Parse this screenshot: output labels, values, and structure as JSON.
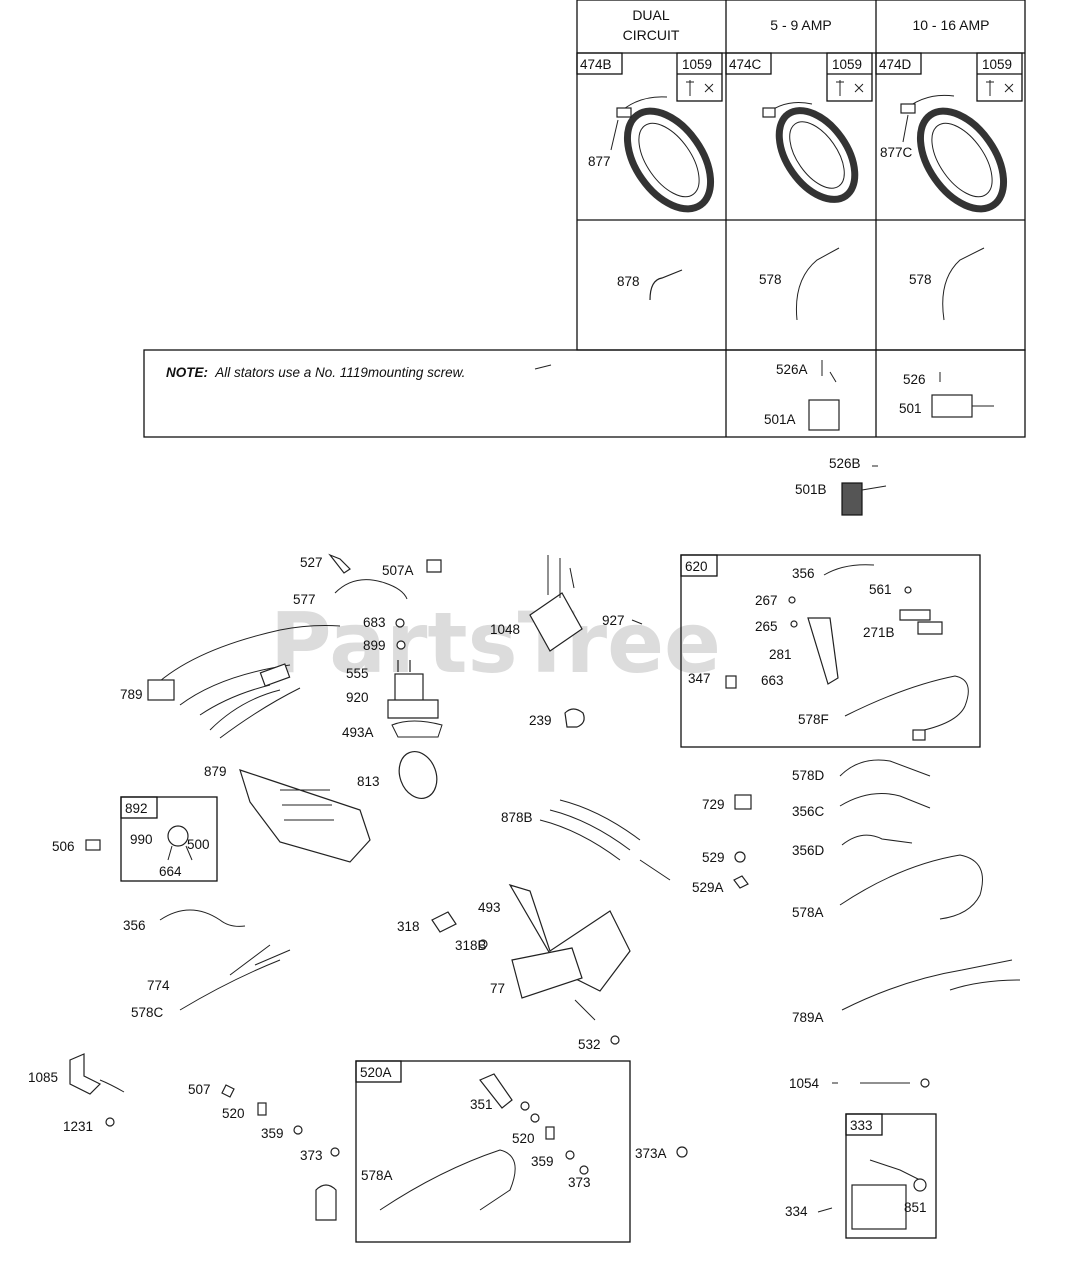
{
  "watermark": "PartsTree",
  "stator_table": {
    "headers": [
      "DUAL CIRCUIT",
      "5 - 9 AMP",
      "10 - 16 AMP"
    ],
    "header_lines": [
      [
        "DUAL",
        "CIRCUIT"
      ],
      [
        "5 - 9 AMP"
      ],
      [
        "10 - 16 AMP"
      ]
    ],
    "row1": [
      {
        "box": "474B",
        "screw_box": "1059",
        "lead": "877"
      },
      {
        "box": "474C",
        "screw_box": "1059",
        "lead": ""
      },
      {
        "box": "474D",
        "screw_box": "1059",
        "lead": "877C"
      }
    ],
    "row2": [
      "878",
      "578",
      "578"
    ],
    "note_prefix": "NOTE:",
    "note_text": "All stators use a No. 1119mounting screw.",
    "row3": [
      [
        "526A",
        "501A"
      ],
      [
        "526",
        "501"
      ]
    ]
  },
  "groups": [
    {
      "id": "620",
      "label": "620"
    },
    {
      "id": "892",
      "label": "892"
    },
    {
      "id": "520A",
      "label": "520A"
    },
    {
      "id": "333",
      "label": "333"
    }
  ],
  "callouts": [
    "526B",
    "501B",
    "527",
    "507A",
    "577",
    "683",
    "899",
    "555",
    "920",
    "493A",
    "813",
    "789",
    "879",
    "1048",
    "927",
    "239",
    "356",
    "561",
    "267",
    "265",
    "271B",
    "281",
    "347",
    "663",
    "578F",
    "990",
    "500",
    "664",
    "506",
    "878B",
    "729",
    "529",
    "529A",
    "578D",
    "356C",
    "356D",
    "578A",
    "356",
    "774",
    "578C",
    "493",
    "318",
    "318B",
    "77",
    "532",
    "789A",
    "1054",
    "1085",
    "1231",
    "507",
    "520",
    "359",
    "373",
    "351",
    "520",
    "359",
    "373",
    "578A",
    "373A",
    "334",
    "851"
  ]
}
